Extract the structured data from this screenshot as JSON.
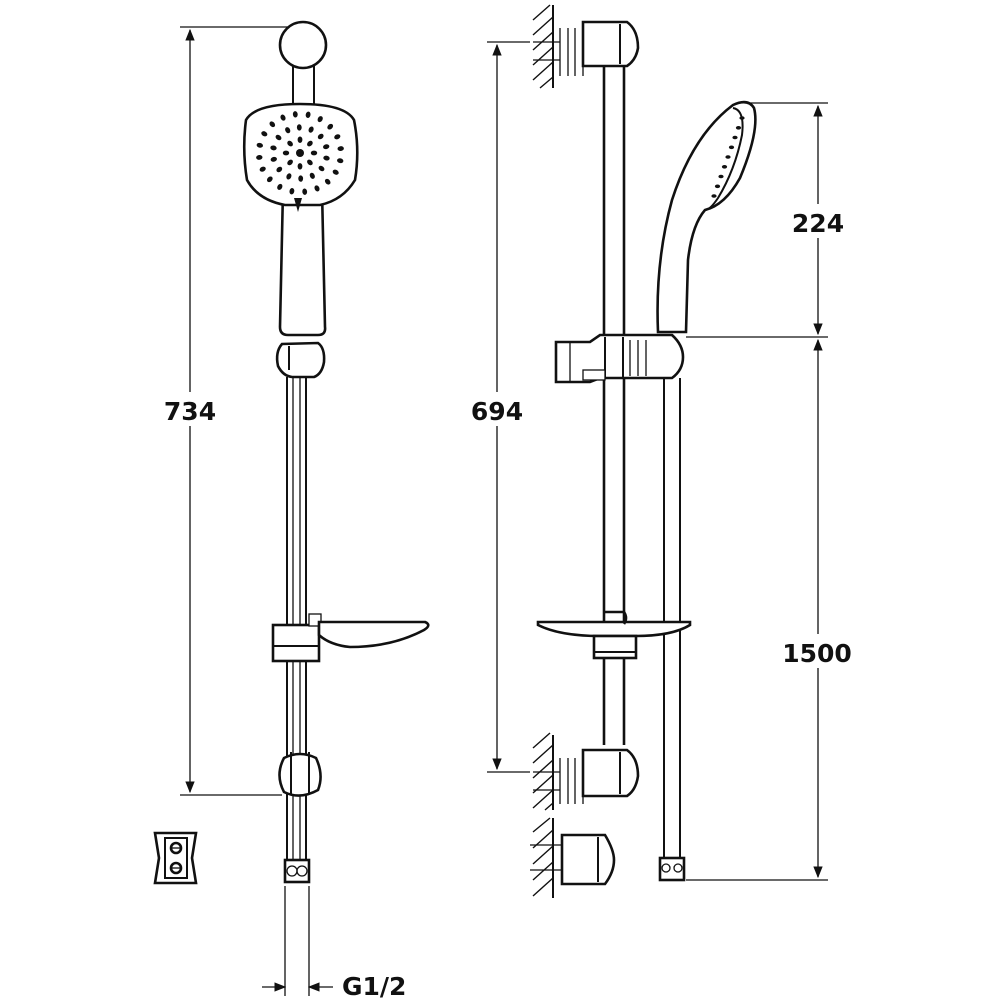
{
  "dimensions": {
    "total_height": "734",
    "rail_fixing_distance": "694",
    "handshower_length": "224",
    "hose_length": "1500",
    "connection_thread": "G1/2"
  }
}
